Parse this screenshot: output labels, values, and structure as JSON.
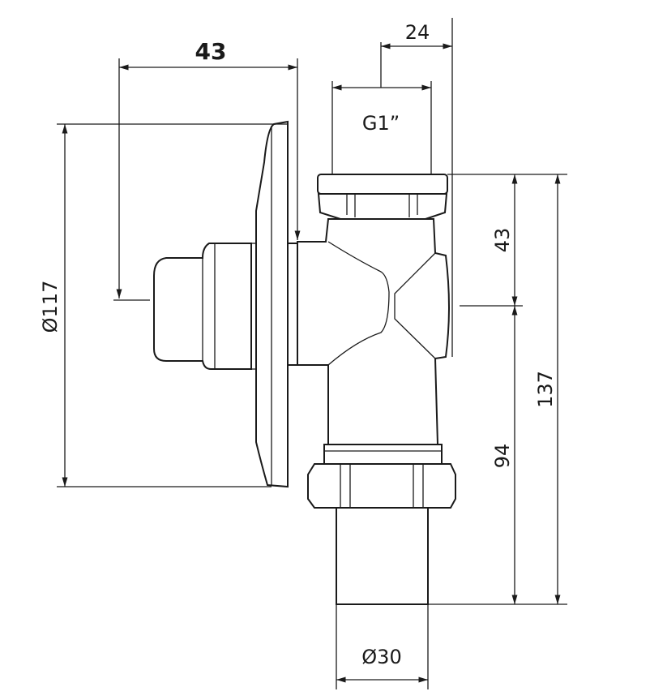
{
  "dimensions": {
    "depth_43": "43",
    "width_24": "24",
    "thread": "G1”",
    "plate_diameter": "Ø117",
    "height_43": "43",
    "total_height": "137",
    "lower_height": "94",
    "outlet_diameter": "Ø30"
  }
}
